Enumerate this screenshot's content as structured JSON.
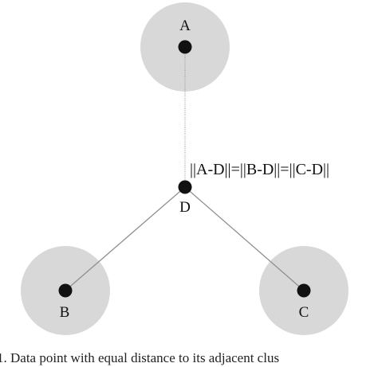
{
  "diagram": {
    "colors": {
      "cluster_fill": "#d8d8d8",
      "point_fill": "#111111",
      "edge_stroke": "#8f8f8f"
    },
    "nodes": {
      "a": {
        "label": "A"
      },
      "b": {
        "label": "B"
      },
      "c": {
        "label": "C"
      },
      "d": {
        "label": "D"
      }
    },
    "equation": "||A-D||=||B-D||=||C-D||",
    "caption": "1. Data point with equal distance to its adjacent clus"
  }
}
